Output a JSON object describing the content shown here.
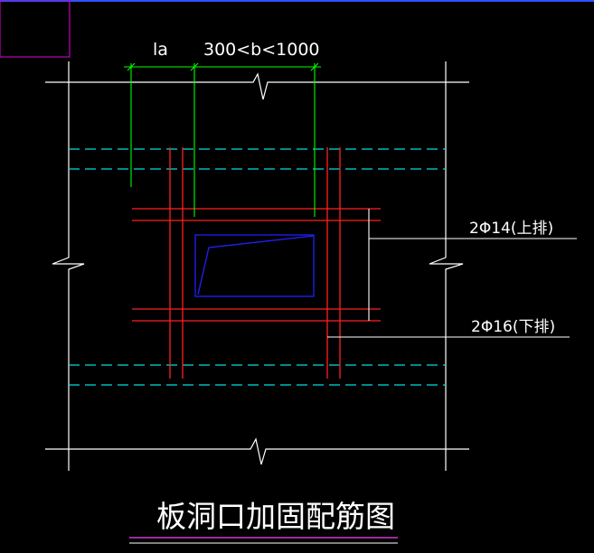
{
  "drawing": {
    "title": "板洞口加固配筋图",
    "dim_la": "la",
    "dim_b": "300<b<1000",
    "label_upper": "2Φ14(上排)",
    "label_lower": "2Φ16(下排)"
  },
  "colors": {
    "background": "#000000",
    "outline": "#ffffff",
    "rebar": "#ff2020",
    "distribution": "#00e0e0",
    "dimension": "#00ff00",
    "opening": "#2020ff",
    "frame": "#c000c0",
    "top_border": "#3050ff",
    "title_underline": "#ff40ff"
  }
}
